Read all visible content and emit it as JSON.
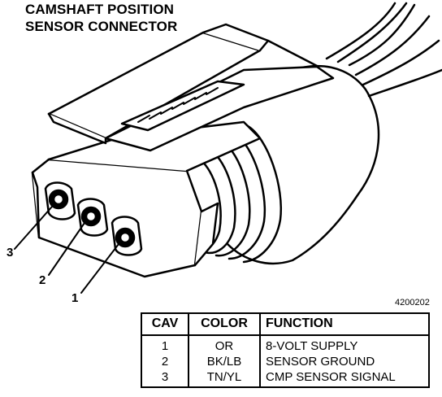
{
  "title": {
    "line1": "CAMSHAFT POSITION",
    "line2": "SENSOR CONNECTOR"
  },
  "pin_labels": [
    "3",
    "2",
    "1"
  ],
  "figure_id": "4200202",
  "table": {
    "headers": [
      "CAV",
      "COLOR",
      "FUNCTION"
    ],
    "rows": [
      {
        "cav": "1",
        "color": "OR",
        "function": "8-VOLT SUPPLY"
      },
      {
        "cav": "2",
        "color": "BK/LB",
        "function": "SENSOR GROUND"
      },
      {
        "cav": "3",
        "color": "TN/YL",
        "function": "CMP SENSOR SIGNAL"
      }
    ]
  },
  "colors": {
    "ink": "#000000",
    "paper": "#ffffff"
  }
}
